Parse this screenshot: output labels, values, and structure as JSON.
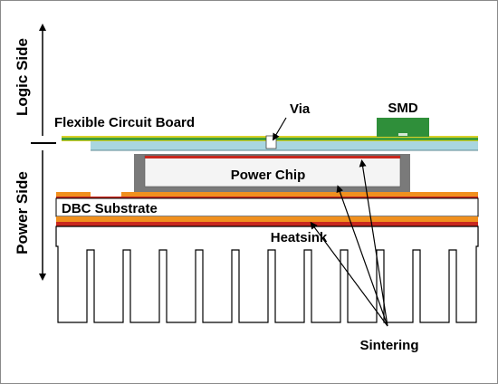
{
  "labels": {
    "logic_side": "Logic Side",
    "power_side": "Power Side",
    "flexible_circuit_board": "Flexible Circuit Board",
    "via": "Via",
    "smd": "SMD",
    "power_chip": "Power Chip",
    "dbc_substrate": "DBC Substrate",
    "heatsink": "Heatsink",
    "sintering": "Sintering"
  },
  "colors": {
    "flex_board_yellow": "#d9d12a",
    "flex_board_blue": "#a9d6e0",
    "flex_board_green": "#3f9e3a",
    "smd_green": "#2f8f3a",
    "chip_frame_gray": "#7a7a7a",
    "chip_fill": "#f4f4f4",
    "sinter_orange": "#f0901e",
    "sinter_red": "#c8281e",
    "substrate_fill": "#ffffff",
    "heatsink_outline": "#000000"
  }
}
